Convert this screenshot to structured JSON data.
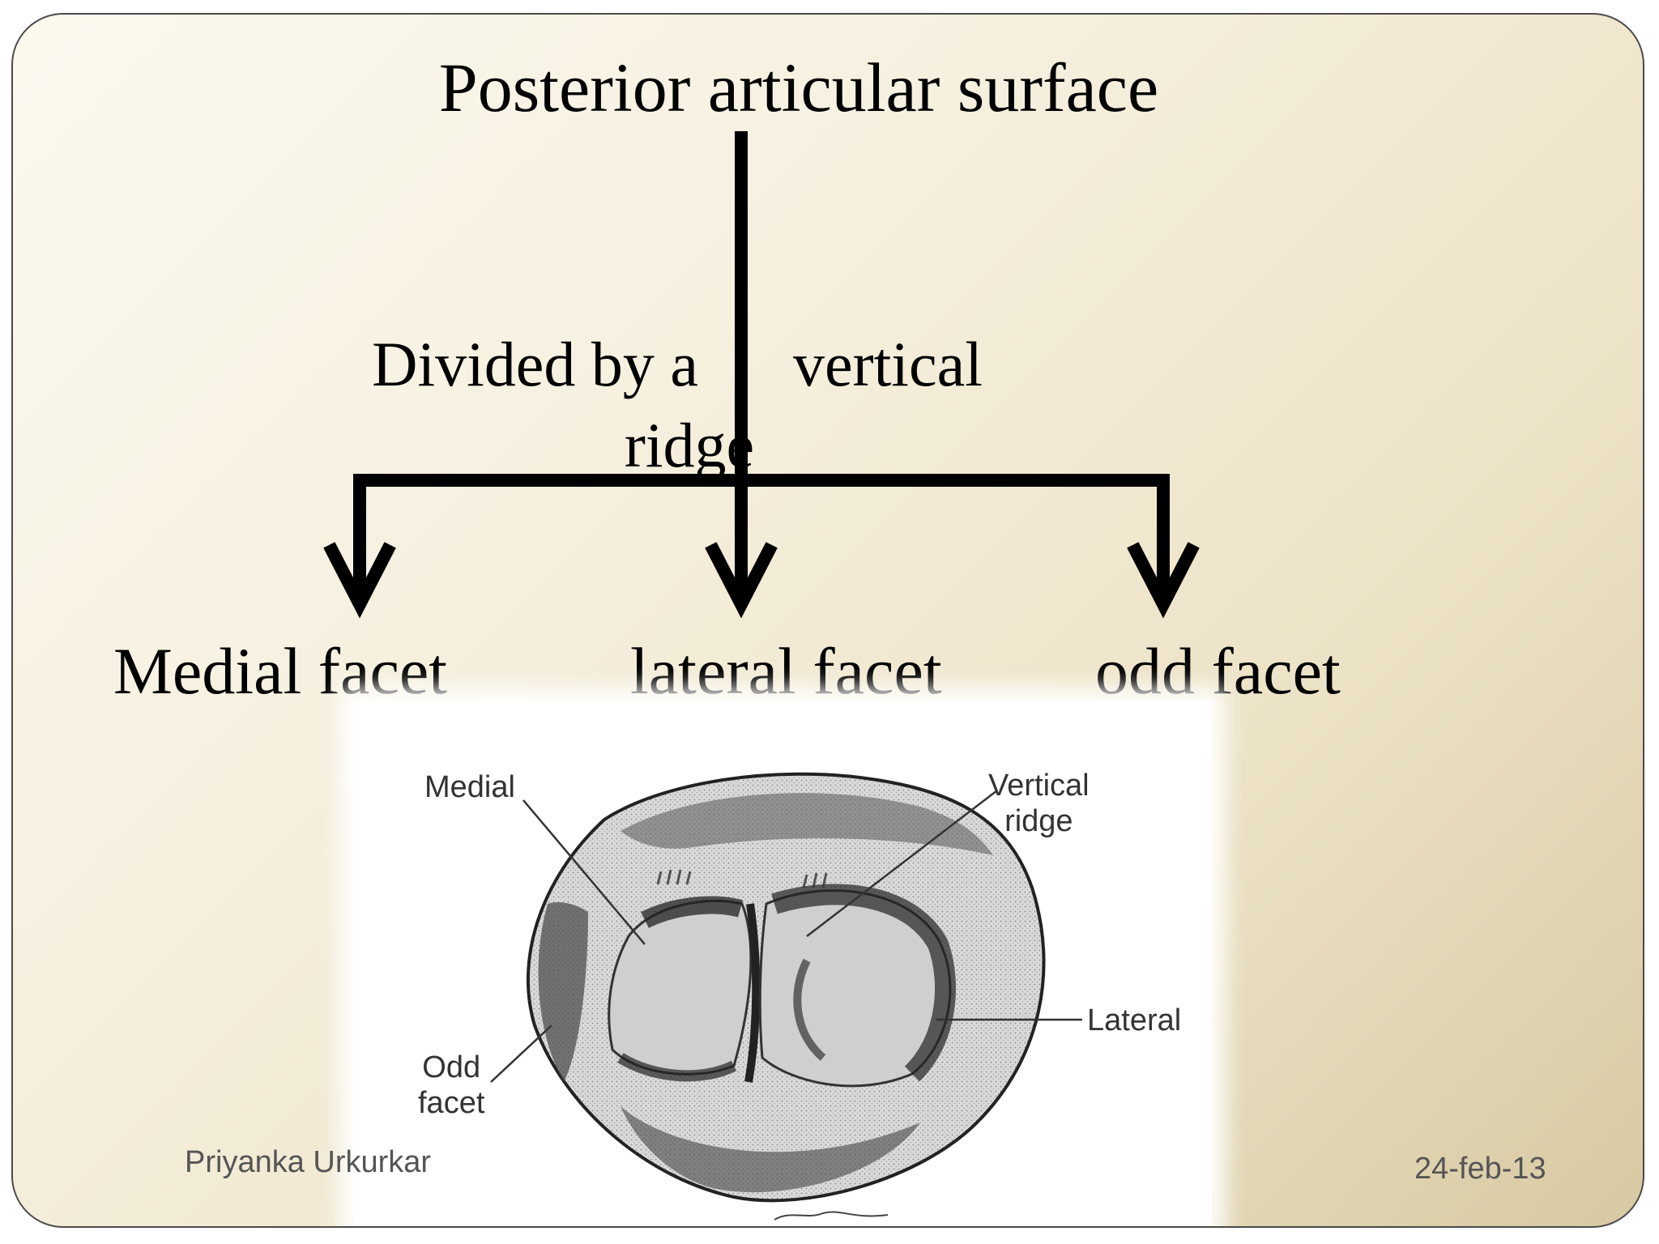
{
  "slide": {
    "title": "Posterior articular surface",
    "connector_text": {
      "line1": "Divided by a      vertical",
      "line2": "ridge"
    },
    "facets": [
      "Medial facet",
      "lateral facet",
      "odd facet"
    ]
  },
  "figure": {
    "labels": {
      "medial": "Medial",
      "vertical_ridge_1": "Vertical",
      "vertical_ridge_2": "ridge",
      "lateral": "Lateral",
      "odd_1": "Odd",
      "odd_2": "facet"
    }
  },
  "footer": {
    "author": "Priyanka Urkurkar",
    "date": "24-feb-13"
  }
}
